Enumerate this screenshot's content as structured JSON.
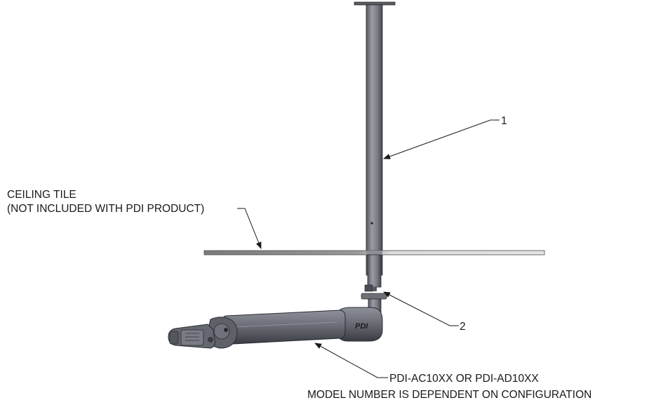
{
  "callouts": {
    "part1": "1",
    "part2": "2",
    "ceiling_line1": "CEILING TILE",
    "ceiling_line2": "(NOT INCLUDED WITH PDI PRODUCT)",
    "model_line1": "PDI-AC10XX OR PDI-AD10XX",
    "model_line2": "MODEL NUMBER IS DEPENDENT ON CONFIGURATION"
  },
  "arm_logo": "PDI",
  "colors": {
    "line": "#1a1a1a",
    "metal_light": "#8a8c95",
    "metal_mid": "#6a6c74",
    "metal_dark": "#3e4048",
    "tile_light": "#d8d8d8",
    "tile_dark": "#808080"
  }
}
